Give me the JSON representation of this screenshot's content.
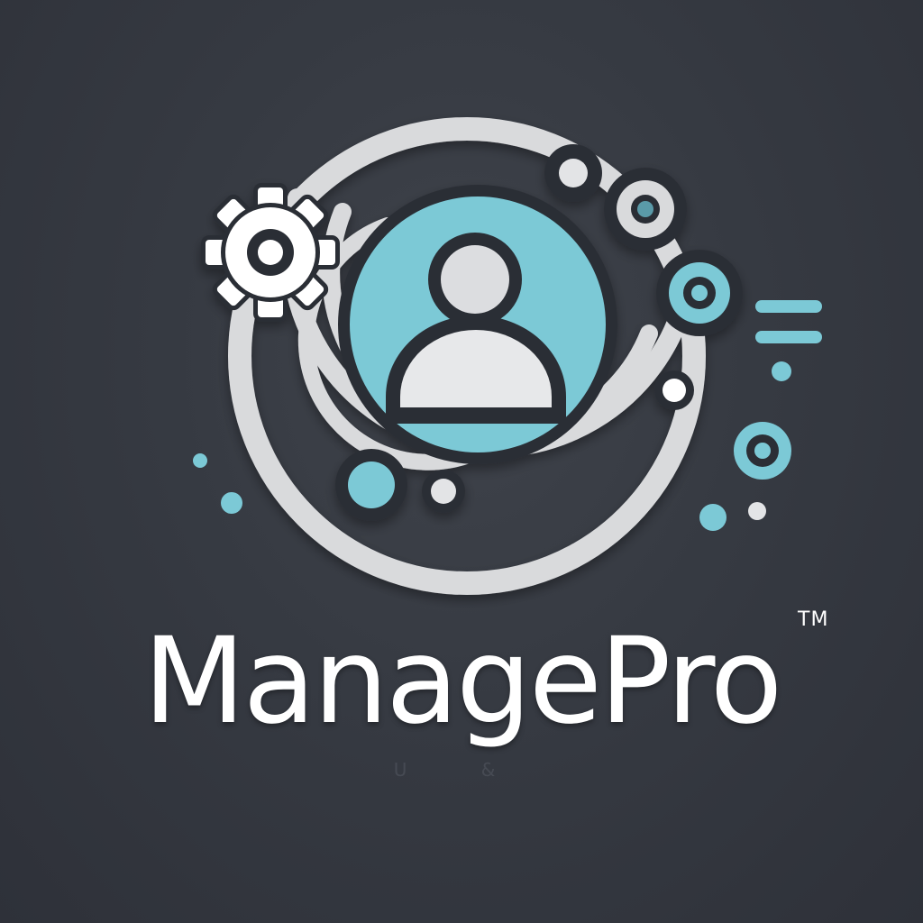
{
  "brand": {
    "name": "ManagePro",
    "trademark": "TM",
    "tagline": "U        &"
  },
  "icons": [
    "gear-icon",
    "user-icon",
    "node-dot-icon",
    "menu-lines-icon"
  ],
  "colors": {
    "background": "#363a42",
    "ring": "#d9dadc",
    "accent": "#7cc9d6",
    "dark_stroke": "#2b2e35",
    "text": "#ffffff"
  }
}
